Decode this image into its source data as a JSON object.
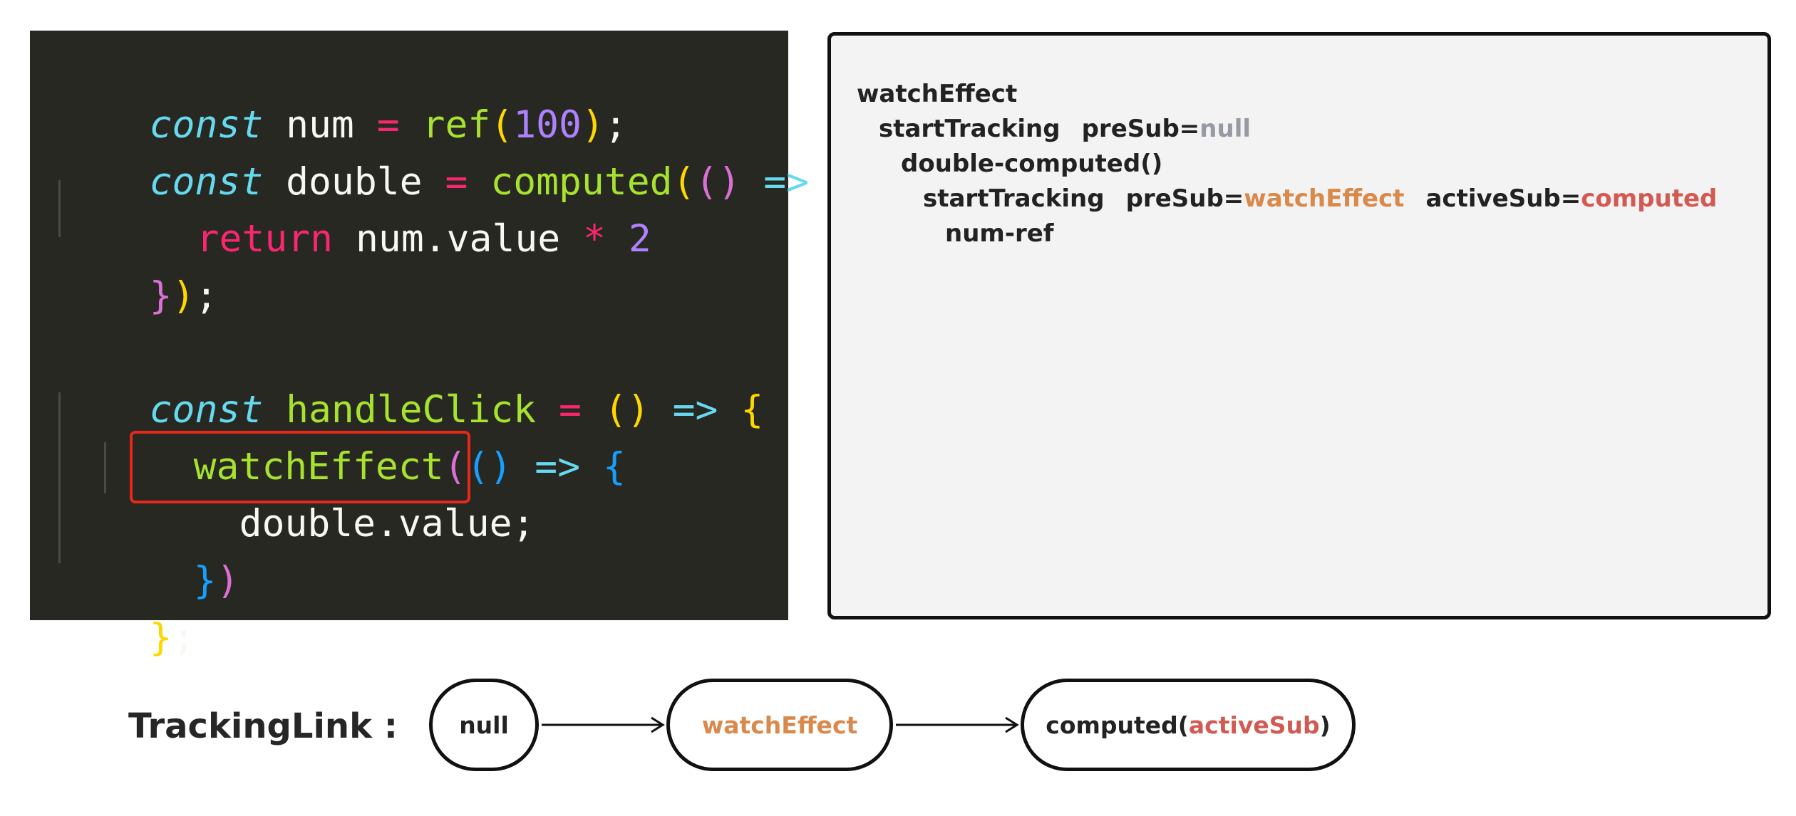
{
  "code": {
    "line1": {
      "kw": "const",
      "name": " num ",
      "eq": "=",
      "fn": " ref",
      "p1": "(",
      "num": "100",
      "p2": ")",
      "semi": ";"
    },
    "line2": {
      "kw": "const",
      "name": " double ",
      "eq": "=",
      "fn": " computed",
      "p1": "(",
      "p2": "()",
      "arrow": " =>",
      "brace": " {"
    },
    "line3": {
      "ret": "return",
      "expr": " num.value ",
      "op": "*",
      "num": " 2"
    },
    "line4": {
      "brace": "}",
      "paren": ")",
      "semi": ";"
    },
    "line5": {
      "kw": "const",
      "fn": " handleClick ",
      "eq": "=",
      "parens": " ()",
      "arrow": " =>",
      "brace": " {"
    },
    "line6": {
      "fn": "watchEffect",
      "p1": "(",
      "p2": "()",
      "arrow": " =>",
      "brace": " {"
    },
    "line7": {
      "text": "double.value;"
    },
    "line8": {
      "brace": "}",
      "paren": ")"
    },
    "line9": {
      "brace": "}",
      "semi": ";"
    }
  },
  "trace": {
    "line1": "watchEffect",
    "line2": {
      "label": "startTracking",
      "key": "preSub=",
      "value": "null"
    },
    "line3": "double-computed()",
    "line4": {
      "label": "startTracking",
      "key1": "preSub=",
      "value1": "watchEffect",
      "key2": "activeSub=",
      "value2": "computed"
    },
    "line5": "num-ref"
  },
  "tracking_link": {
    "label": "TrackingLink :",
    "nodes": [
      {
        "text": "null"
      },
      {
        "text": "watchEffect"
      },
      {
        "prefix": "computed(",
        "highlight": "activeSub",
        "suffix": ")"
      }
    ]
  },
  "colors": {
    "code_bg": "#272822",
    "highlight_border": "#e8281c",
    "orange_accent": "#d9894b",
    "red_accent": "#d25a52",
    "null_gray": "#959aa3"
  }
}
